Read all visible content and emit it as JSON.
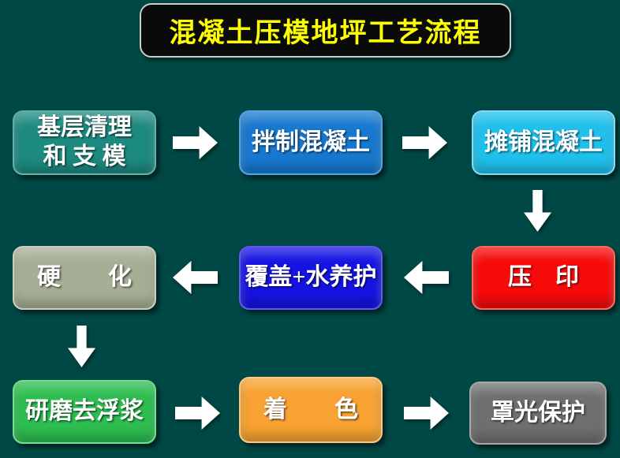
{
  "title": "混凝土压模地坪工艺流程",
  "canvas": {
    "background": "#004845"
  },
  "title_box": {
    "fill": "#0A0A0A",
    "border": "#C9CFC9",
    "text_color": "#FFFF00"
  },
  "arrow_color": "#FFFFFF",
  "node_text_color": "#FFFFFF",
  "nodes": [
    {
      "id": "base-prep",
      "lines": [
        "基层清理",
        "和 支 模"
      ],
      "fill": "#1D8A80",
      "border": "#5FB3A8"
    },
    {
      "id": "mix-concrete",
      "lines": [
        "拌制混凝土"
      ],
      "fill": "#1778CF",
      "border": "#55A4E4"
    },
    {
      "id": "spread-concrete",
      "lines": [
        "摊铺混凝土"
      ],
      "fill": "#1FC0EC",
      "border": "#7EDCF5"
    },
    {
      "id": "harden",
      "lines": [
        "硬　　化"
      ],
      "fill": "#A6AE96",
      "border": "#C9CFBB"
    },
    {
      "id": "cover-water-cure",
      "lines": [
        "覆盖+水养护"
      ],
      "fill": "#1513E2",
      "border": "#5F5AF0"
    },
    {
      "id": "stamp",
      "lines": [
        "压　印"
      ],
      "fill": "#F60A0A",
      "border": "#FB6A5F"
    },
    {
      "id": "grind-laitance",
      "lines": [
        "研磨去浮浆"
      ],
      "fill": "#2DBD50",
      "border": "#74DC90"
    },
    {
      "id": "coloring",
      "lines": [
        "着　　色"
      ],
      "fill": "#F7A232",
      "border": "#FBC87E"
    },
    {
      "id": "seal-protect",
      "lines": [
        "罩光保护"
      ],
      "fill": "#6F6F6F",
      "border": "#A8A8A8"
    }
  ],
  "arrows": [
    {
      "from": "base-prep",
      "to": "mix-concrete",
      "direction": "right"
    },
    {
      "from": "mix-concrete",
      "to": "spread-concrete",
      "direction": "right"
    },
    {
      "from": "spread-concrete",
      "to": "stamp",
      "direction": "down"
    },
    {
      "from": "stamp",
      "to": "cover-water-cure",
      "direction": "left"
    },
    {
      "from": "cover-water-cure",
      "to": "harden",
      "direction": "left"
    },
    {
      "from": "harden",
      "to": "grind-laitance",
      "direction": "down"
    },
    {
      "from": "grind-laitance",
      "to": "coloring",
      "direction": "right"
    },
    {
      "from": "coloring",
      "to": "seal-protect",
      "direction": "right"
    }
  ]
}
